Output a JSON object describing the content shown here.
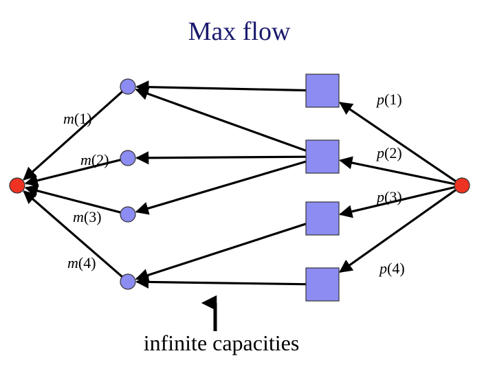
{
  "title": "Max flow",
  "caption": "infinite capacities",
  "colors": {
    "title": "#1a1a6e",
    "text": "#000000",
    "terminal_fill": "#ee3322",
    "middle_fill": "#8c8cf2",
    "node_stroke": "#333333",
    "edge": "#000000"
  },
  "nodes": {
    "source": {
      "shape": "circle",
      "role": "left-terminal"
    },
    "sink": {
      "shape": "circle",
      "role": "right-terminal"
    },
    "m_nodes": [
      {
        "id": "m1",
        "label_fn": "m",
        "label_arg": "(1)"
      },
      {
        "id": "m2",
        "label_fn": "m",
        "label_arg": "(2)"
      },
      {
        "id": "m3",
        "label_fn": "m",
        "label_arg": "(3)"
      },
      {
        "id": "m4",
        "label_fn": "m",
        "label_arg": "(4)"
      }
    ],
    "p_nodes": [
      {
        "id": "p1",
        "label_fn": "p",
        "label_arg": "(1)"
      },
      {
        "id": "p2",
        "label_fn": "p",
        "label_arg": "(2)"
      },
      {
        "id": "p3",
        "label_fn": "p",
        "label_arg": "(3)"
      },
      {
        "id": "p4",
        "label_fn": "p",
        "label_arg": "(4)"
      }
    ]
  },
  "edges": [
    {
      "from": "p1",
      "to": "m1"
    },
    {
      "from": "p2",
      "to": "m1"
    },
    {
      "from": "p2",
      "to": "m2"
    },
    {
      "from": "p2",
      "to": "m3"
    },
    {
      "from": "p3",
      "to": "m4"
    },
    {
      "from": "p4",
      "to": "m4"
    },
    {
      "from": "sink",
      "to": "p1"
    },
    {
      "from": "sink",
      "to": "p2"
    },
    {
      "from": "sink",
      "to": "p3"
    },
    {
      "from": "sink",
      "to": "p4"
    },
    {
      "from": "m1",
      "to": "source"
    },
    {
      "from": "m2",
      "to": "source"
    },
    {
      "from": "m3",
      "to": "source"
    },
    {
      "from": "m4",
      "to": "source"
    }
  ]
}
